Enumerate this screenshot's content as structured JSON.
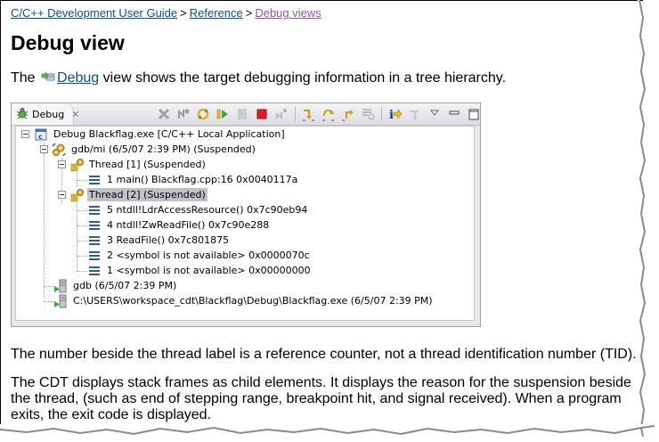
{
  "breadcrumb": {
    "items": [
      {
        "label": "C/C++ Development User Guide"
      },
      {
        "label": "Reference"
      },
      {
        "label": "Debug views"
      }
    ],
    "separator": ">"
  },
  "page_title": "Debug view",
  "intro": {
    "prefix": "The",
    "link": "Debug",
    "suffix": "view shows the target debugging information in a tree hierarchy."
  },
  "debug_panel": {
    "tab_label": "Debug",
    "tab_close": "✕",
    "toolbar": [
      {
        "name": "remove-terminated-icon",
        "enabled": false
      },
      {
        "name": "connect-icon",
        "enabled": false
      },
      {
        "name": "restart-icon",
        "enabled": true
      },
      {
        "name": "resume-icon",
        "enabled": true
      },
      {
        "name": "suspend-icon",
        "enabled": false
      },
      {
        "name": "terminate-icon",
        "enabled": true
      },
      {
        "name": "disconnect-icon",
        "enabled": false
      },
      {
        "name": "step-into-icon",
        "enabled": true
      },
      {
        "name": "step-over-icon",
        "enabled": true
      },
      {
        "name": "step-return-icon",
        "enabled": true
      },
      {
        "name": "drop-to-frame-icon",
        "enabled": false
      },
      {
        "name": "instruction-stepping-icon",
        "enabled": true
      },
      {
        "name": "use-step-filters-icon",
        "enabled": false
      },
      {
        "name": "view-menu-icon",
        "enabled": true
      },
      {
        "name": "minimize-icon",
        "enabled": true
      },
      {
        "name": "maximize-icon",
        "enabled": true
      }
    ],
    "tree": [
      {
        "label": "Debug Blackflag.exe [C/C++ Local Application]",
        "icon": "launch-c-icon",
        "level": 0,
        "expanded": true
      },
      {
        "label": "gdb/mi (6/5/07 2:39 PM) (Suspended)",
        "icon": "debug-target-icon",
        "level": 1,
        "expanded": true
      },
      {
        "label": "Thread [1] (Suspended)",
        "icon": "thread-suspended-icon",
        "level": 2,
        "expanded": true
      },
      {
        "label": "1 main() Blackflag.cpp:16 0x0040117a",
        "icon": "stack-frame-icon",
        "level": 3
      },
      {
        "label": "Thread [2] (Suspended)",
        "icon": "thread-suspended-icon",
        "level": 2,
        "expanded": true,
        "selected": true
      },
      {
        "label": "5 ntdll!LdrAccessResource()  0x7c90eb94",
        "icon": "stack-frame-icon",
        "level": 3
      },
      {
        "label": "4 ntdll!ZwReadFile()  0x7c90e288",
        "icon": "stack-frame-icon",
        "level": 3
      },
      {
        "label": "3 ReadFile()  0x7c801875",
        "icon": "stack-frame-icon",
        "level": 3
      },
      {
        "label": "2 <symbol is not available> 0x0000070c",
        "icon": "stack-frame-icon",
        "level": 3
      },
      {
        "label": "1 <symbol is not available> 0x00000000",
        "icon": "stack-frame-icon",
        "level": 3
      },
      {
        "label": "gdb (6/5/07 2:39 PM)",
        "icon": "process-icon",
        "level": 1
      },
      {
        "label": "C:\\USERS\\workspace_cdt\\Blackflag\\Debug\\Blackflag.exe (6/5/07 2:39 PM)",
        "icon": "process-icon",
        "level": 1
      }
    ]
  },
  "paragraphs": [
    "The number beside the thread label is a reference counter, not a thread identification number (TID).",
    "The CDT displays stack frames as child elements. It displays the reason for the suspension beside the thread, (such as end of stepping range, breakpoint hit, and signal received). When a program exits, the exit code is displayed."
  ],
  "colors": {
    "link": "#0b4f8a",
    "visited_link": "#8a5a9a",
    "selection": "#c0c0c8"
  }
}
